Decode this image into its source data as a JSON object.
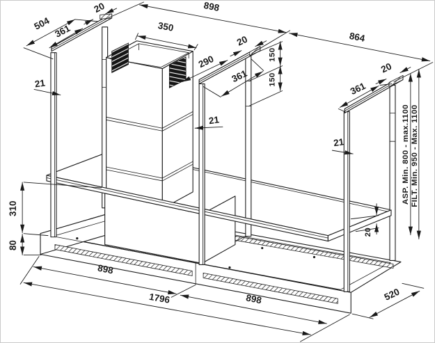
{
  "diagram": {
    "description_colors": {
      "line": "#1a1a1a",
      "background": "#ffffff"
    },
    "dims": {
      "d504": "504",
      "d361_left": "361",
      "d20_left": "20",
      "d898_top": "898",
      "d864": "864",
      "d350": "350",
      "d290": "290",
      "d20_mid": "20",
      "d361_mid": "361",
      "d150_upper": "150",
      "d150_lower": "150",
      "d20_right": "20",
      "d361_right": "361",
      "d21_left": "21",
      "d21_mid": "21",
      "d21_right": "21",
      "d310": "310",
      "d80": "80",
      "d898_bottom_left": "898",
      "d1796": "1796",
      "d898_bottom_right": "898",
      "d520": "520",
      "d20_shelf": "20",
      "asp_range": "ASP.  Min.  800  -  max.1100",
      "filt_range": "FILT.  Min.  950  -  Max. 1100"
    }
  }
}
